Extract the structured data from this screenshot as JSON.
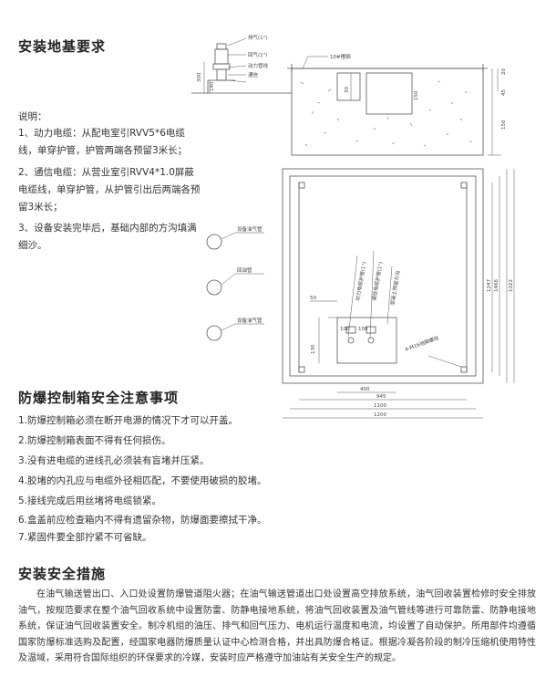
{
  "section1": {
    "title": "安装地基要求",
    "notes_title": "说明：",
    "notes": [
      "1、动力电缆：从配电室引RVV5*6电缆线，单穿护管，护管两端各预留3米长；",
      "2、通信电缆：从营业室引RVV4*1.0屏蔽电缆线，单穿护管，从护管引出后两端各预留3米长；",
      "3、设备安装完毕后，基础内部的方沟填满细沙。"
    ]
  },
  "section2": {
    "title": "防爆控制箱安全注意事项",
    "items": [
      "1.防爆控制箱必须在断开电源的情况下才可以开盖。",
      "2.防爆控制箱表面不得有任何损伤。",
      "3.没有进电缆的进线孔必须装有盲堵并压紧。",
      "4.胶堵的内孔应与电缆外径相匹配，不要使用破损的胶堵。",
      "5.接线完成后用丝堵将电缆锁紧。",
      "6.盒盖前应检查箱内不得有遗留杂物，防爆面要擦拭干净。",
      "7.紧固件要全部拧紧不可省缺。"
    ]
  },
  "section3": {
    "title": "安装安全措施",
    "paragraph": "在油气输送管出口、入口处设置防爆管道阻火器；在油气输送管道出口处设置高空排放系统，油气回收装置检修时安全排放油气，按规范要求在整个油气回收系统中设置防雷、防静电接地系统，将油气回收装置及油气管线等进行可靠防雷、防静电接地系统，保证油气回收装置安全。制冷机组的油压、排气和回气压力、电机运行温度和电流，均设置了自动保护。所用部件均遵循国家防爆标准选购及配置，经国家电器防爆质量认证中心检测合格，并出具防爆合格证。根据冷凝各阶段的制冷压缩机使用特性及温域，采用符合国际组织的环保要求的冷媒，安装时应严格遵守加油站有关安全生产的规定。"
  },
  "drawing": {
    "top_labels": {
      "air_pipe": "排气(1\")",
      "return_pipe": "回气(1\")",
      "power_pipe": "动力管线",
      "comm_pipe": "通信",
      "channel_steel": "10#槽钢",
      "dim_300": "300",
      "dim_140": "140",
      "dim_30": "30",
      "dim_150a": "150",
      "dim_20": "20",
      "dim_150b": "150",
      "dim_45": "45"
    },
    "plan_labels": {
      "pipe1": "设备油气管",
      "pipe2": "回油管",
      "pipe3": "设备油气管",
      "vert1": "动力电缆护管(1\")",
      "vert2": "通信电缆护管(1\")",
      "vert3": "混凝土预留方沟",
      "bolt": "4-M16地脚螺栓",
      "dim_100a": "100",
      "dim_100b": "100",
      "dim_130": "130",
      "dim_50": "50",
      "dim_400": "400",
      "dim_945": "945",
      "dim_1100": "1100",
      "dim_1200": "1200",
      "dim_1247": "1247",
      "dim_1466": "1466",
      "dim_1022": "1022"
    }
  }
}
